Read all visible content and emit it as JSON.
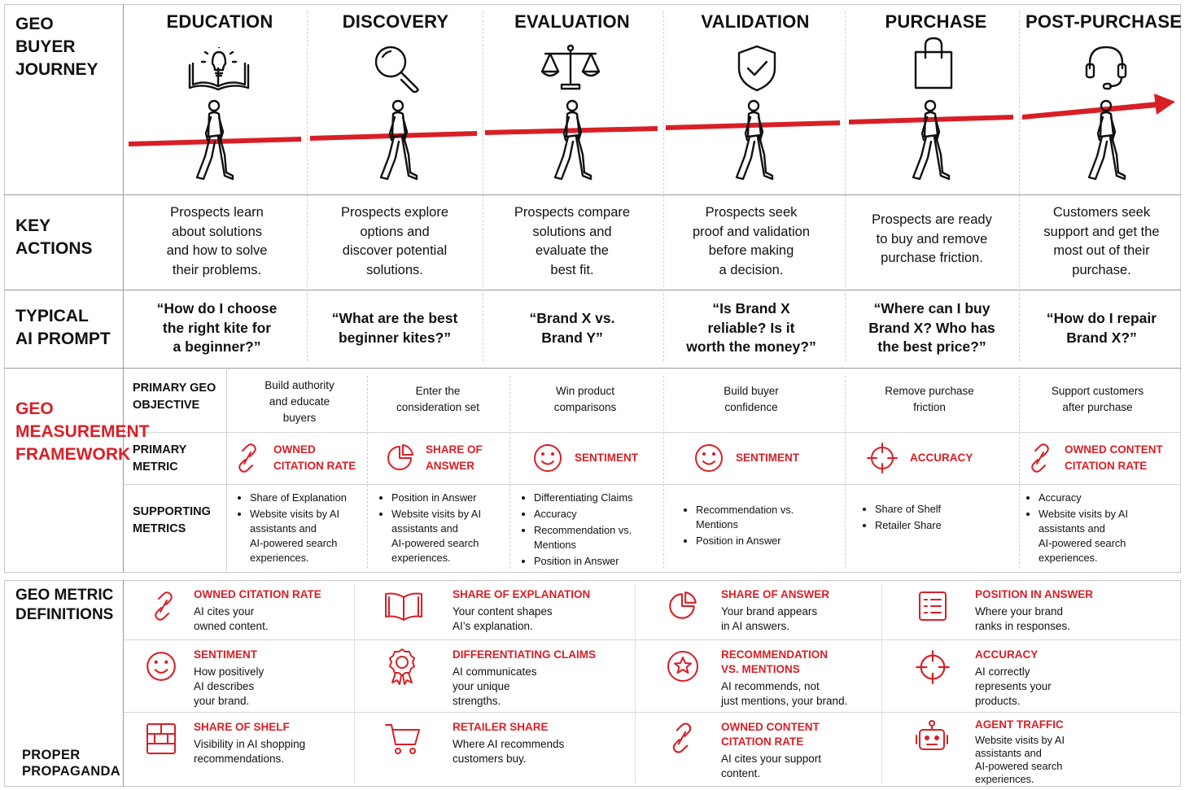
{
  "sections": {
    "journey": "GEO\nBUYER\nJOURNEY",
    "key_actions": "KEY\nACTIONS",
    "typical_prompt": "TYPICAL\nAI PROMPT",
    "framework": "GEO\nMEASUREMENT\nFRAMEWORK",
    "definitions": "GEO METRIC\nDEFINITIONS"
  },
  "framework_rows": {
    "objective": "PRIMARY GEO\nOBJECTIVE",
    "metric": "PRIMARY\nMETRIC",
    "supporting": "SUPPORTING\nMETRICS"
  },
  "stages": [
    {
      "title": "EDUCATION",
      "icon": "book-lightbulb-icon",
      "action": "Prospects learn\nabout solutions\nand how to solve\ntheir problems.",
      "prompt": "“How do I choose\nthe right kite for\na beginner?”",
      "objective": "Build authority\nand educate\nbuyers",
      "metric": "OWNED\nCITATION RATE",
      "metric_icon": "link-icon",
      "supporting": [
        "Share of Explanation",
        "Website visits by AI\nassistants and\nAI-powered search\nexperiences."
      ]
    },
    {
      "title": "DISCOVERY",
      "icon": "magnifier-icon",
      "action": "Prospects explore\noptions and\ndiscover potential\nsolutions.",
      "prompt": "“What are the best\nbeginner kites?”",
      "objective": "Enter the\nconsideration set",
      "metric": "SHARE OF\nANSWER",
      "metric_icon": "pie-chart-icon",
      "supporting": [
        "Position in Answer",
        "Website visits by AI\nassistants and\nAI-powered search\nexperiences."
      ]
    },
    {
      "title": "EVALUATION",
      "icon": "scales-icon",
      "action": "Prospects compare\nsolutions and\nevaluate the\nbest fit.",
      "prompt": "“Brand X vs.\nBrand Y”",
      "objective": "Win product\ncomparisons",
      "metric": "SENTIMENT",
      "metric_icon": "smiley-icon",
      "supporting": [
        "Differentiating Claims",
        "Accuracy",
        "Recommendation vs.\nMentions",
        "Position in Answer"
      ]
    },
    {
      "title": "VALIDATION",
      "icon": "shield-check-icon",
      "action": "Prospects seek\nproof and validation\nbefore making\na decision.",
      "prompt": "“Is Brand X\nreliable? Is it\nworth the money?”",
      "objective": "Build buyer\nconfidence",
      "metric": "SENTIMENT",
      "metric_icon": "smiley-icon",
      "supporting": [
        "Recommendation vs.\nMentions",
        "Position in Answer"
      ]
    },
    {
      "title": "PURCHASE",
      "icon": "shopping-bag-icon",
      "action": "Prospects are ready\nto buy and remove\npurchase friction.",
      "prompt": "“Where can I buy\nBrand X? Who has\nthe best price?”",
      "objective": "Remove purchase\nfriction",
      "metric": "ACCURACY",
      "metric_icon": "crosshair-icon",
      "supporting": [
        "Share of Shelf",
        "Retailer Share"
      ]
    },
    {
      "title": "POST-PURCHASE",
      "icon": "headset-icon",
      "action": "Customers seek\nsupport and get the\nmost out of their\npurchase.",
      "prompt": "“How do I repair\nBrand X?”",
      "objective": "Support customers\nafter purchase",
      "metric": "OWNED CONTENT\nCITATION RATE",
      "metric_icon": "link-icon",
      "supporting": [
        "Accuracy",
        "Website visits by AI\nassistants and\nAI-powered search\nexperiences."
      ]
    }
  ],
  "definitions": [
    {
      "title": "OWNED CITATION RATE",
      "desc": "AI cites your\nowned content.",
      "icon": "link-icon"
    },
    {
      "title": "SHARE OF EXPLANATION",
      "desc": "Your content shapes\nAI’s explanation.",
      "icon": "open-book-icon"
    },
    {
      "title": "SHARE OF ANSWER",
      "desc": "Your brand appears\nin AI answers.",
      "icon": "pie-chart-icon"
    },
    {
      "title": "POSITION IN ANSWER",
      "desc": "Where your brand\nranks in responses.",
      "icon": "list-icon"
    },
    {
      "title": "SENTIMENT",
      "desc": "How positively\nAI describes\nyour brand.",
      "icon": "smiley-icon"
    },
    {
      "title": "DIFFERENTIATING CLAIMS",
      "desc": "AI communicates\nyour unique\nstrengths.",
      "icon": "award-ribbon-icon"
    },
    {
      "title": "RECOMMENDATION\nVS. MENTIONS",
      "desc": "AI recommends, not\njust mentions, your brand.",
      "icon": "star-circle-icon"
    },
    {
      "title": "ACCURACY",
      "desc": "AI correctly\nrepresents your\nproducts.",
      "icon": "crosshair-icon"
    },
    {
      "title": "SHARE OF SHELF",
      "desc": "Visibility in AI shopping\nrecommendations.",
      "icon": "shelf-icon"
    },
    {
      "title": "RETAILER SHARE",
      "desc": "Where AI recommends\ncustomers buy.",
      "icon": "cart-icon"
    },
    {
      "title": "OWNED CONTENT\nCITATION RATE",
      "desc": "AI cites your support\ncontent.",
      "icon": "link-icon"
    },
    {
      "title": "AGENT TRAFFIC",
      "desc": "Website visits by AI\nassistants and\nAI-powered search\nexperiences.",
      "icon": "robot-icon"
    }
  ],
  "logo": "PROPER\nPROPAGANDA",
  "colors": {
    "accent": "#d81f26",
    "text": "#111111",
    "rule": "#9a9a9a"
  }
}
